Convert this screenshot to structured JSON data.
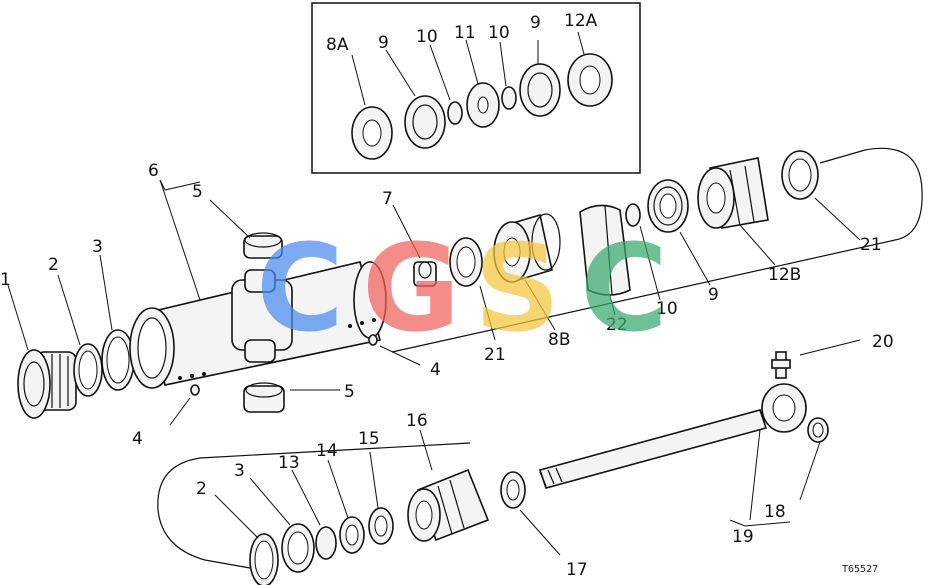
{
  "figure_code": "T65527",
  "watermark": {
    "letters": [
      "C",
      "G",
      "S",
      "C"
    ],
    "colors": [
      "#4a8cf0",
      "#f0605a",
      "#f5c63c",
      "#3aa870"
    ]
  },
  "callouts": {
    "l_1": "1",
    "l_2": "2",
    "l_3": "3",
    "l_4a": "4",
    "l_4b": "4",
    "l_5a": "5",
    "l_5b": "5",
    "l_6": "6",
    "l_7": "7",
    "l_8a_top": "8A",
    "l_9_top": "9",
    "l_10_top_a": "10",
    "l_11_top": "11",
    "l_10_top_b": "10",
    "l_9_top_b": "9",
    "l_12a_top": "12A",
    "l_21a": "21",
    "l_8b": "8B",
    "l_22": "22",
    "l_10": "10",
    "l_9": "9",
    "l_12b": "12B",
    "l_21b": "21",
    "l_20": "20",
    "l_2b": "2",
    "l_3b": "3",
    "l_13": "13",
    "l_14": "14",
    "l_15": "15",
    "l_16": "16",
    "l_17": "17",
    "l_18": "18",
    "l_19": "19"
  }
}
